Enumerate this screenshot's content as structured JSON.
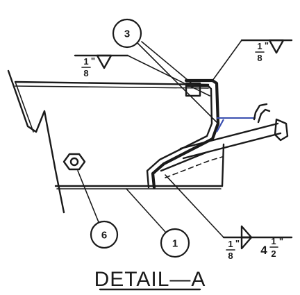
{
  "drawing": {
    "title": "DETAIL—A",
    "balloons": {
      "b3": "3",
      "b6": "6",
      "b1": "1"
    },
    "welds": {
      "top_left": {
        "size_num": "1",
        "size_den": "8",
        "inch": "\""
      },
      "top_right": {
        "size_num": "1",
        "size_den": "8",
        "inch": "\""
      },
      "bottom_right": {
        "size_num": "1",
        "size_den": "8",
        "inch": "\"",
        "length": "4",
        "length_frac_num": "1",
        "length_frac_den": "2"
      }
    },
    "colors": {
      "ink": "#1a1a1a",
      "accent": "#3a4fb0"
    }
  }
}
